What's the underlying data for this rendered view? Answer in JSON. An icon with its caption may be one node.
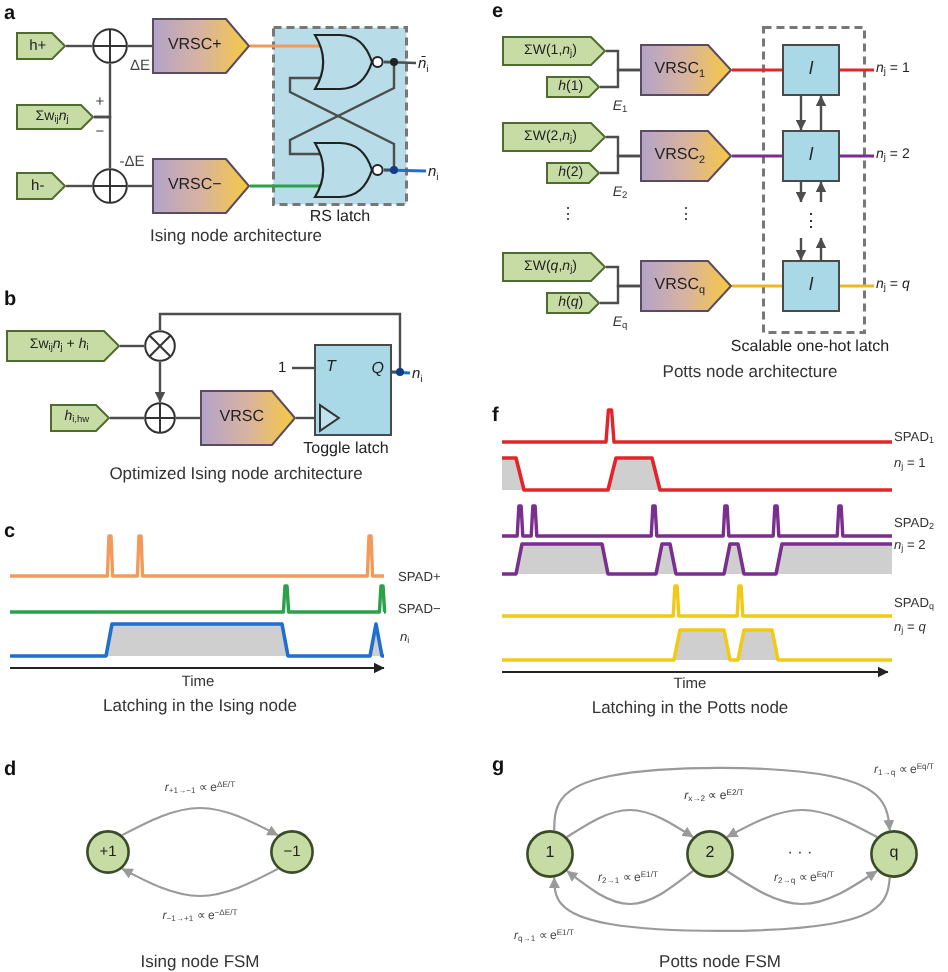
{
  "diagram": {
    "nodes": [
      {
        "text": [
          "h+"
        ]
      },
      {
        "text": [
          "Σw$_{ij}$*n*$_{j}$"
        ]
      },
      {
        "text": [
          "h-"
        ]
      },
      {
        "text": [],
        "shape": "circle"
      },
      {
        "text": [],
        "shape": "circle"
      },
      {
        "text": [
          "VRSC+"
        ]
      },
      {
        "text": [
          "VRSC−"
        ]
      },
      {
        "text": [
          "RS latch"
        ]
      },
      {
        "text": [],
        "shape": "gate",
        "in": 7
      },
      {
        "text": [],
        "shape": "gate",
        "in": 7
      },
      {
        "text": [
          "*n̄*$_{i}$"
        ]
      },
      {
        "text": [
          "*n*$_{i}$"
        ]
      },
      {
        "text": [
          "ΣW(1,*n*$_{j}$)"
        ]
      },
      {
        "text": [
          "*h*(1)"
        ]
      },
      {
        "text": [
          "VRSC$_{1}$"
        ]
      },
      {
        "text": [
          "ΣW(2,*n*$_{j}$)"
        ]
      },
      {
        "text": [
          "*h*(2)"
        ]
      },
      {
        "text": [
          "VRSC$_{2}$"
        ]
      },
      {
        "text": [
          "ΣW(*q*,*n*$_{j}$)"
        ]
      },
      {
        "text": [
          "*h*(*q*)"
        ]
      },
      {
        "text": [
          "VRSC$_{q}$"
        ]
      },
      {
        "text": [
          "Scalable one-hot latch"
        ]
      },
      {
        "text": [
          "l"
        ],
        "in": 21
      },
      {
        "text": [
          "l"
        ],
        "in": 21
      },
      {
        "text": [
          "⋮"
        ],
        "in": 21
      },
      {
        "text": [
          "l"
        ],
        "in": 21
      },
      {
        "text": [
          "*n*$_{j}$ = 1"
        ]
      },
      {
        "text": [
          "*n*$_{j}$ = 2"
        ]
      },
      {
        "text": [
          "*n*$_{j}$ = *q*"
        ]
      },
      {
        "text": [
          "Σw$_{ij}$*n*$_{j}$ + *h*$_{i}$"
        ]
      },
      {
        "text": [],
        "shape": "circle"
      },
      {
        "text": [
          "*h*$_{i,hw}$"
        ]
      },
      {
        "text": [],
        "shape": "circle"
      },
      {
        "text": [
          "VRSC"
        ]
      },
      {
        "text": [
          "1"
        ]
      },
      {
        "text": [
          "T",
          "Q",
          "Toggle latch"
        ]
      },
      {
        "text": [
          "*n*$_{i}$"
        ]
      },
      {
        "text": [
          "+1"
        ]
      },
      {
        "text": [
          "−1"
        ]
      },
      {
        "text": [
          "1"
        ]
      },
      {
        "text": [
          "2"
        ]
      },
      {
        "text": [
          "q"
        ]
      },
      {
        "text": [],
        "shape": "triangle",
        "in": 35
      }
    ],
    "edges": [
      {
        "from": 0,
        "to": 3,
        "arrow": "none"
      },
      {
        "from": 1,
        "to": 3,
        "arrow": "none",
        "label": "+"
      },
      {
        "from": 1,
        "to": 4,
        "arrow": "none",
        "label": "−"
      },
      {
        "from": 2,
        "to": 4,
        "arrow": "none"
      },
      {
        "from": 3,
        "to": 5,
        "arrow": "none",
        "label": "ΔE"
      },
      {
        "from": 4,
        "to": 6,
        "arrow": "none",
        "label": "-ΔE"
      },
      {
        "from": 5,
        "to": 8,
        "arrow": "none",
        "color": "#f39a5b"
      },
      {
        "from": 6,
        "to": 9,
        "arrow": "none",
        "color": "#2aa14a"
      },
      {
        "from": 8,
        "to": 10,
        "arrow": "none"
      },
      {
        "from": 9,
        "to": 11,
        "arrow": "none",
        "color": "#1f6fd1"
      },
      {
        "from": 8,
        "to": 9,
        "arrow": "none"
      },
      {
        "from": 9,
        "to": 8,
        "arrow": "none"
      },
      {
        "from": 12,
        "to": 14,
        "arrow": "none"
      },
      {
        "from": 13,
        "to": 14,
        "arrow": "none"
      },
      {
        "from": 14,
        "to": 22,
        "arrow": "none",
        "color": "#e3242b"
      },
      {
        "from": 22,
        "to": 26,
        "arrow": "none",
        "color": "#e3242b"
      },
      {
        "from": 15,
        "to": 17,
        "arrow": "none"
      },
      {
        "from": 16,
        "to": 17,
        "arrow": "none"
      },
      {
        "from": 17,
        "to": 23,
        "arrow": "none",
        "color": "#7a2e8e"
      },
      {
        "from": 23,
        "to": 27,
        "arrow": "none",
        "color": "#7a2e8e"
      },
      {
        "from": 18,
        "to": 20,
        "arrow": "none"
      },
      {
        "from": 19,
        "to": 20,
        "arrow": "none"
      },
      {
        "from": 20,
        "to": 25,
        "arrow": "none",
        "color": "#e8b923"
      },
      {
        "from": 25,
        "to": 28,
        "arrow": "none",
        "color": "#e8b923"
      },
      {
        "from": 22,
        "to": 23,
        "arrow": "to"
      },
      {
        "from": 23,
        "to": 22,
        "arrow": "to"
      },
      {
        "from": 23,
        "to": 24,
        "arrow": "to"
      },
      {
        "from": 24,
        "to": 23,
        "arrow": "to"
      },
      {
        "from": 24,
        "to": 25,
        "arrow": "to"
      },
      {
        "from": 25,
        "to": 24,
        "arrow": "to"
      },
      {
        "from": 29,
        "to": 30,
        "arrow": "none"
      },
      {
        "from": 30,
        "to": 32,
        "arrow": "to"
      },
      {
        "from": 31,
        "to": 32,
        "arrow": "none"
      },
      {
        "from": 32,
        "to": 33,
        "arrow": "none"
      },
      {
        "from": 33,
        "to": 42,
        "arrow": "none"
      },
      {
        "from": 34,
        "to": 35,
        "arrow": "none"
      },
      {
        "from": 35,
        "to": 36,
        "arrow": "none",
        "color": "#1f6fd1"
      },
      {
        "from": 35,
        "to": 30,
        "arrow": "none"
      },
      {
        "from": 37,
        "to": 38,
        "arrow": "to",
        "label": "*r*$_{+1→−1}$ ∝ e$^{ΔE/T}$",
        "color": "#9a9a9a"
      },
      {
        "from": 38,
        "to": 37,
        "arrow": "to",
        "label": "*r*$_{−1→+1}$ ∝ e$^{−ΔE/T}$",
        "color": "#9a9a9a"
      },
      {
        "from": 39,
        "to": 40,
        "arrow": "to",
        "color": "#9a9a9a"
      },
      {
        "from": 40,
        "to": 39,
        "arrow": "to",
        "label": "*r*$_{2→1}$ ∝ e$^{E1/T}$",
        "color": "#9a9a9a"
      },
      {
        "from": 41,
        "to": 40,
        "arrow": "to",
        "color": "#9a9a9a"
      },
      {
        "from": 40,
        "to": 41,
        "arrow": "to",
        "label": "*r*$_{2→q}$ ∝ e$^{Eq/T}$",
        "color": "#9a9a9a"
      },
      {
        "from": 39,
        "to": 41,
        "arrow": "to",
        "label": "*r*$_{1→q}$ ∝ e$^{Eq/T}$",
        "color": "#9a9a9a"
      },
      {
        "from": 41,
        "to": 39,
        "arrow": "to",
        "label": "*r*$_{q→1}$ ∝ e$^{E1/T}$",
        "color": "#9a9a9a"
      }
    ],
    "labels": [
      "a",
      "Ising node architecture",
      "b",
      "Optimized Ising node architecture",
      "c",
      "SPAD+",
      "SPAD−",
      "*n*$_{i}$",
      "Time",
      "Latching in the Ising node",
      "d",
      "Ising node FSM",
      "e",
      "*E*$_{1}$",
      "*E*$_{2}$",
      "⋮",
      "⋮",
      "*E*$_{q}$",
      "Potts node architecture",
      "f",
      "SPAD$_{1}$",
      "*n*$_{j}$ = 1",
      "SPAD$_{2}$",
      "*n*$_{j}$ = 2",
      "SPAD$_{q}$",
      "*n*$_{j}$ = *q*",
      "Time",
      "Latching in the Potts node",
      "g",
      "*r*$_{x→2}$ ∝ e$^{E2/T}$",
      "· · ·",
      "Potts node FSM"
    ]
  }
}
